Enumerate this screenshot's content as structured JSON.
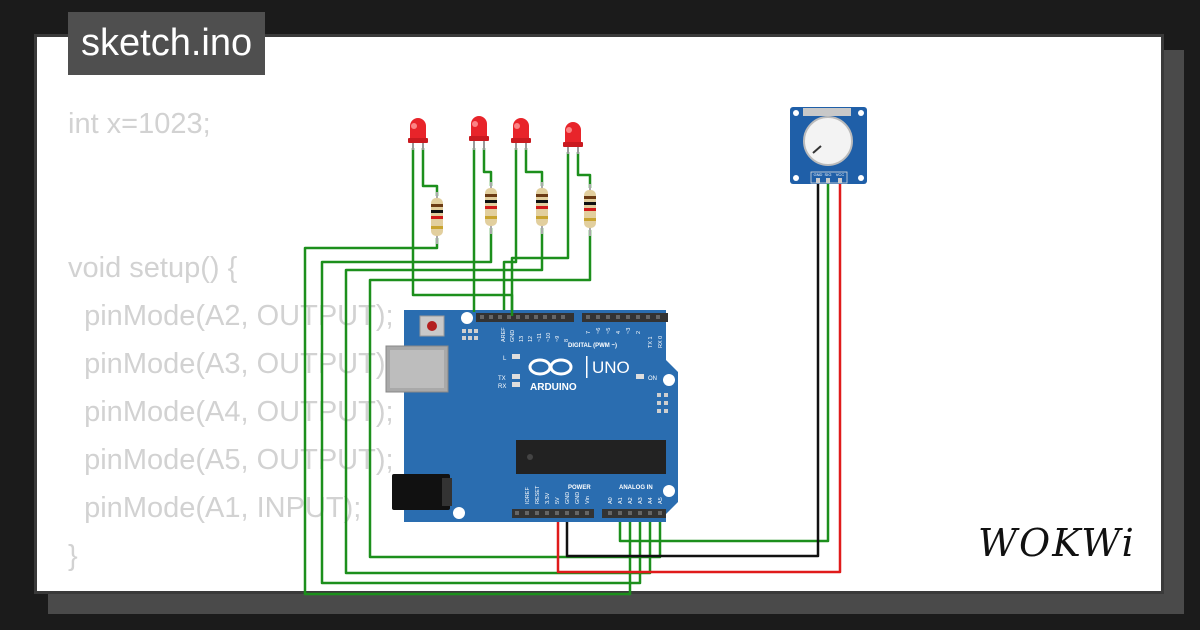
{
  "title": "sketch.ino",
  "code_lines": [
    "int x=1023;",
    "",
    "",
    "void setup() {",
    "  pinMode(A2, OUTPUT);",
    "  pinMode(A3, OUTPUT);",
    "  pinMode(A4, OUTPUT);",
    "  pinMode(A5, OUTPUT);",
    "  pinMode(A1, INPUT);",
    "}"
  ],
  "brand": "WOKWi",
  "arduino": {
    "logo_text": "ARDUINO",
    "model": "UNO",
    "digital_label": "DIGITAL (PWM ~)",
    "power_label": "POWER",
    "analog_label": "ANALOG IN",
    "on_label": "ON",
    "l_label": "L",
    "tx_label": "TX",
    "rx_label": "RX",
    "top_pins": [
      "AREF",
      "GND",
      "13",
      "12",
      "~11",
      "~10",
      "~9",
      "8",
      "7",
      "~6",
      "~5",
      "4",
      "~3",
      "2",
      "TX 1",
      "RX 0"
    ],
    "bottom_pins": [
      "IOREF",
      "RESET",
      "3.3V",
      "5V",
      "GND",
      "GND",
      "Vin",
      "A0",
      "A1",
      "A2",
      "A3",
      "A4",
      "A5"
    ]
  },
  "potentiometer": {
    "pins": [
      "GND",
      "SIG",
      "VCC"
    ]
  },
  "colors": {
    "wire_green": "#1c8f1c",
    "wire_red": "#e01b1b",
    "wire_black": "#111111",
    "board_blue": "#2a6db0",
    "led_red": "#e8242a",
    "code_gray": "#d2d2d2"
  }
}
